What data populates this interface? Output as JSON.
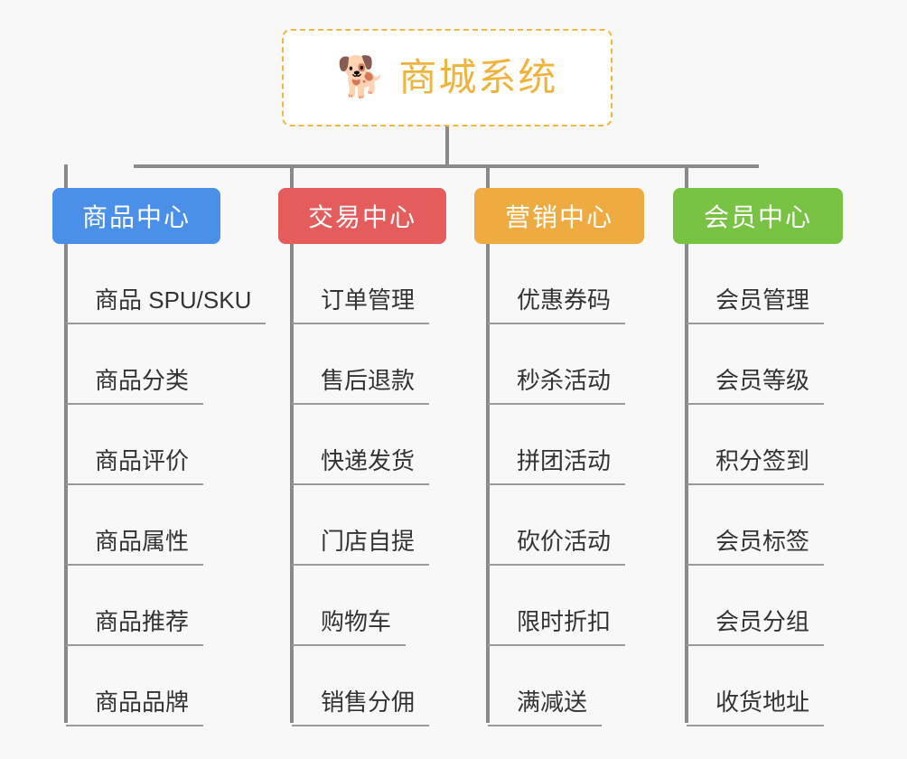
{
  "background_color": "#f8f8f8",
  "root": {
    "icon": "shiba-dog-emoji",
    "emoji": "🐕",
    "title": "商城系统",
    "title_color": "#f2b33d",
    "border_color": "#f3b63f",
    "border_style": "dashed"
  },
  "connector_color": "#8a8a8a",
  "categories": [
    {
      "label": "商品中心",
      "color": "#4a90e8",
      "items": [
        "商品 SPU/SKU",
        "商品分类",
        "商品评价",
        "商品属性",
        "商品推荐",
        "商品品牌"
      ]
    },
    {
      "label": "交易中心",
      "color": "#e45c5c",
      "items": [
        "订单管理",
        "售后退款",
        "快递发货",
        "门店自提",
        "购物车",
        "销售分佣"
      ]
    },
    {
      "label": "营销中心",
      "color": "#eeab42",
      "items": [
        "优惠券码",
        "秒杀活动",
        "拼团活动",
        "砍价活动",
        "限时折扣",
        "满减送"
      ]
    },
    {
      "label": "会员中心",
      "color": "#79c344",
      "items": [
        "会员管理",
        "会员等级",
        "积分签到",
        "会员标签",
        "会员分组",
        "收货地址"
      ]
    }
  ]
}
